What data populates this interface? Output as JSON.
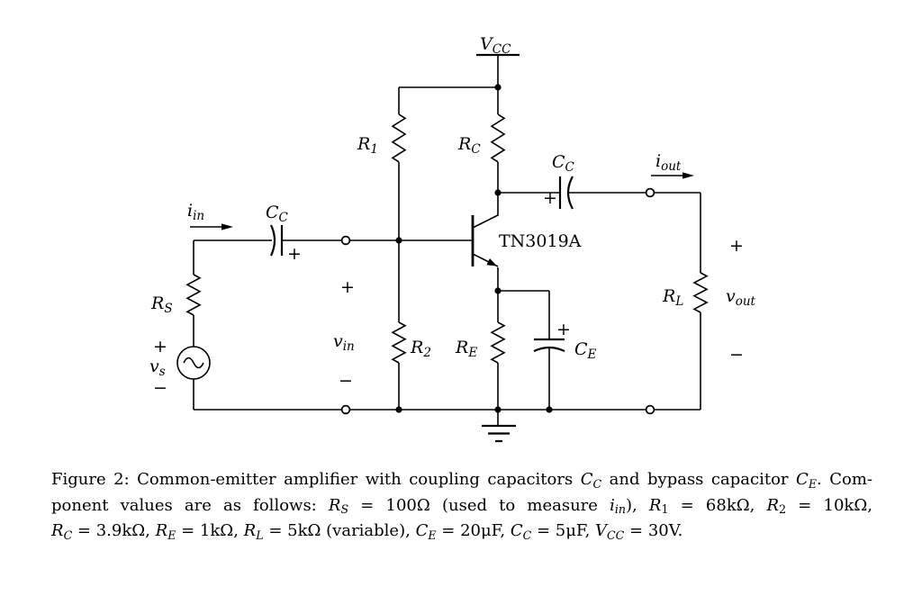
{
  "schematic": {
    "labels": {
      "vcc": {
        "main": "V",
        "sub": "CC"
      },
      "r1": {
        "main": "R",
        "sub": "1"
      },
      "rc": {
        "main": "R",
        "sub": "C"
      },
      "cc_out": {
        "main": "C",
        "sub": "C"
      },
      "i_out": {
        "main": "i",
        "sub": "out"
      },
      "transistor": "TN3019A",
      "i_in": {
        "main": "i",
        "sub": "in"
      },
      "cc_in": {
        "main": "C",
        "sub": "C"
      },
      "rs": {
        "main": "R",
        "sub": "S"
      },
      "vs": {
        "main": "v",
        "sub": "s"
      },
      "v_in": {
        "main": "v",
        "sub": "in"
      },
      "r2": {
        "main": "R",
        "sub": "2"
      },
      "re": {
        "main": "R",
        "sub": "E"
      },
      "ce": {
        "main": "C",
        "sub": "E"
      },
      "rl": {
        "main": "R",
        "sub": "L"
      },
      "v_out": {
        "main": "v",
        "sub": "out"
      },
      "plus": "+",
      "minus": "−"
    },
    "colors": {
      "ink": "#000000",
      "background": "#ffffff"
    }
  },
  "figure": {
    "caption_lines": [
      [
        {
          "t": "Figure 2: Common-emitter amplifier with coupling capacitors "
        },
        {
          "v": "C",
          "s": "C"
        },
        {
          "t": " and bypass capacitor "
        },
        {
          "v": "C",
          "s": "E"
        },
        {
          "t": ". Com-"
        }
      ],
      [
        {
          "t": "ponent values are as follows: "
        },
        {
          "v": "R",
          "s": "S"
        },
        {
          "t": " = 100Ω (used to measure "
        },
        {
          "v": "i",
          "s": "in"
        },
        {
          "t": "), "
        },
        {
          "v": "R",
          "s": "1"
        },
        {
          "t": " = 68kΩ, "
        },
        {
          "v": "R",
          "s": "2"
        },
        {
          "t": " = 10kΩ,"
        }
      ],
      [
        {
          "v": "R",
          "s": "C"
        },
        {
          "t": " = 3.9kΩ, "
        },
        {
          "v": "R",
          "s": "E"
        },
        {
          "t": " = 1kΩ, "
        },
        {
          "v": "R",
          "s": "L"
        },
        {
          "t": " = 5kΩ (variable), "
        },
        {
          "v": "C",
          "s": "E"
        },
        {
          "t": " = 20μF, "
        },
        {
          "v": "C",
          "s": "C"
        },
        {
          "t": " = 5μF, "
        },
        {
          "v": "V",
          "s": "CC"
        },
        {
          "t": " = 30V."
        }
      ]
    ]
  }
}
